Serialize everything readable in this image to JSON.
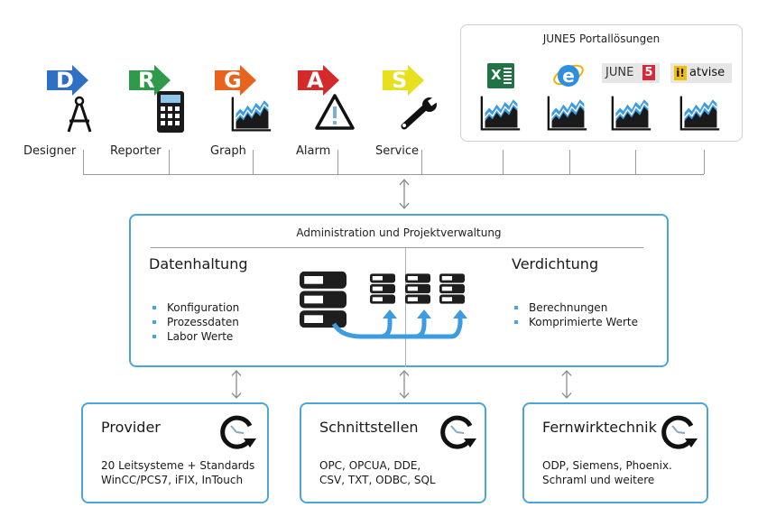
{
  "modules": [
    {
      "letter": "D",
      "label": "Designer",
      "color": "#2f6fc4",
      "tool_icon": "compass-icon"
    },
    {
      "letter": "R",
      "label": "Reporter",
      "color": "#2e9a4a",
      "tool_icon": "calculator-icon"
    },
    {
      "letter": "G",
      "label": "Graph",
      "color": "#e8641e",
      "tool_icon": "chart-icon"
    },
    {
      "letter": "A",
      "label": "Alarm",
      "color": "#d42a2a",
      "tool_icon": "warning-icon"
    },
    {
      "letter": "S",
      "label": "Service",
      "color": "#e8df1e",
      "tool_icon": "wrench-icon"
    }
  ],
  "portal": {
    "title": "JUNE5 Portallösungen",
    "items": [
      {
        "name": "excel",
        "badge": "X"
      },
      {
        "name": "internet-explorer",
        "badge": "e"
      },
      {
        "name": "june5",
        "badge_text": "JUNE",
        "badge_num": "5"
      },
      {
        "name": "atvise",
        "badge_mark": "i!",
        "badge_text": "atvise"
      }
    ]
  },
  "admin": {
    "title": "Administration und Projektverwaltung",
    "left": {
      "title": "Datenhaltung",
      "items": [
        "Konfiguration",
        "Prozessdaten",
        "Labor Werte"
      ]
    },
    "right": {
      "title": "Verdichtung",
      "items": [
        "Berechnungen",
        "Komprimierte Werte"
      ]
    }
  },
  "sources": [
    {
      "title": "Provider",
      "lines": [
        "20 Leitsysteme + Standards",
        "WinCC/PCS7, iFIX, InTouch"
      ]
    },
    {
      "title": "Schnittstellen",
      "lines": [
        "OPC, OPCUA, DDE,",
        "CSV, TXT,  ODBC, SQL"
      ]
    },
    {
      "title": "Fernwirktechnik",
      "lines": [
        "ODP, Siemens, Phoenix.",
        "Schraml und weitere"
      ]
    }
  ],
  "colors": {
    "accent_blue": "#4aa5d8",
    "chart_blue": "#3d9be0",
    "connector_gray": "#9a9a9a"
  }
}
